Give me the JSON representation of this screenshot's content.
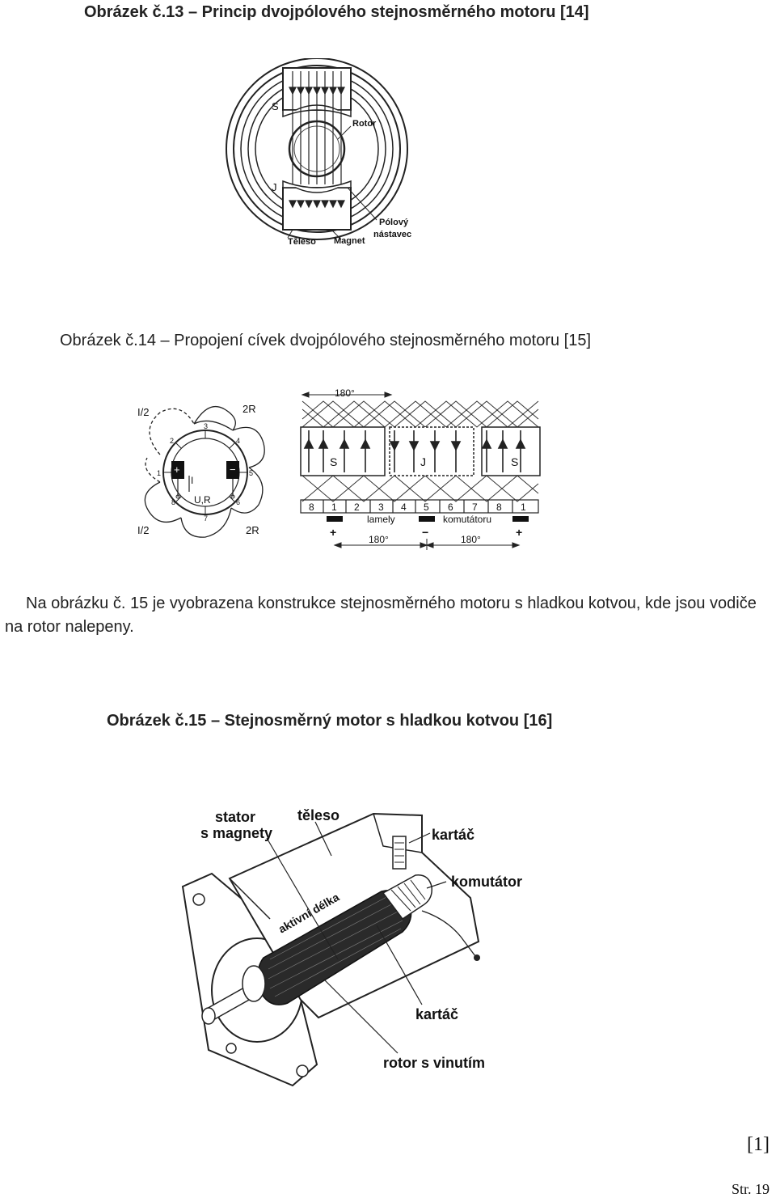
{
  "figure13": {
    "caption": "Obrázek č.13 – Princip dvojpólového stejnosměrného motoru  [14]",
    "labels": {
      "s": "S",
      "j": "J",
      "rotor": "Rotor",
      "teleso": "Těleso",
      "magnet": "Magnet",
      "polovy": "Pólový",
      "nastavec": "nástavec"
    }
  },
  "figure14": {
    "caption": "Obrázek č.14 – Propojení cívek dvojpólového stejnosměrného motoru    [15]",
    "left": {
      "i_half_top": "I/2",
      "i_half_bottom": "I/2",
      "r2_top": "2R",
      "r2_bottom": "2R",
      "current": "I",
      "ur": "U,R",
      "plus": "+",
      "minus": "−",
      "numbers": [
        "1",
        "2",
        "3",
        "4",
        "5",
        "6",
        "7",
        "8"
      ]
    },
    "right": {
      "deg_top": "180°",
      "deg_bottom_left": "180°",
      "deg_bottom_right": "180°",
      "pole_s1": "S",
      "pole_j": "J",
      "pole_s2": "S",
      "segments": [
        "8",
        "1",
        "2",
        "3",
        "4",
        "5",
        "6",
        "7",
        "8",
        "1"
      ],
      "lamely": "lamely",
      "komutatoru": "komutátoru",
      "plus_left": "+",
      "minus_mid": "−",
      "plus_right": "+"
    }
  },
  "paragraph": "Na obrázku č. 15 je vyobrazena konstrukce stejnosměrného motoru s hladkou kotvou, kde jsou vodiče na rotor nalepeny.",
  "figure15": {
    "caption": "Obrázek č.15 – Stejnosměrný motor s hladkou kotvou    [16]",
    "labels": {
      "stator": "stator",
      "s_magnety": "s magnety",
      "teleso": "těleso",
      "kartac_top": "kartáč",
      "komutator": "komutátor",
      "aktivni_delka": "aktivní délka",
      "kartac_bottom": "kartáč",
      "rotor_s_vinutim": "rotor s vinutím"
    }
  },
  "footer": {
    "ref": "[1]",
    "page": "Str. 19"
  }
}
